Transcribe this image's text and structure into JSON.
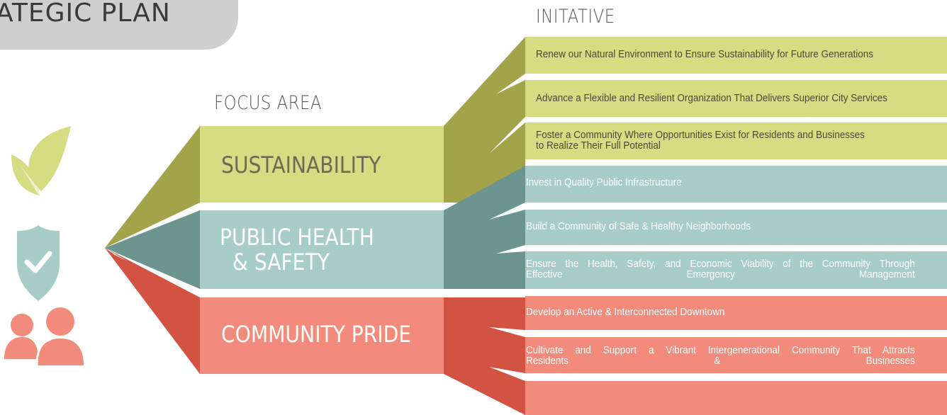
{
  "title": "ATEGIC PLAN",
  "headers": {
    "focus_area": "FOCUS AREA",
    "initiative": "INITATIVE"
  },
  "focus_areas": [
    {
      "label": "SUSTAINABILITY",
      "icon": "leaf-icon",
      "color": "#d6dc82",
      "dark_color": "#a3a34a"
    },
    {
      "label": "PUBLIC HEALTH\n  & SAFETY",
      "icon": "shield-check-icon",
      "color": "#a8cdc7",
      "dark_color": "#6d9590"
    },
    {
      "label": "COMMUNITY PRIDE",
      "icon": "people-icon",
      "color": "#f28b7b",
      "dark_color": "#d25342"
    }
  ],
  "initiatives": [
    {
      "text": "Renew our Natural Environment to Ensure Sustainability for Future Generations"
    },
    {
      "text": "Advance a Flexible and Resilient Organization That Delivers Superior City Services"
    },
    {
      "text": "Foster a Community Where Opportunities Exist for Residents and Businesses\nto Realize Their Full Potential"
    },
    {
      "text": "Invest in Quality Public Infrastructure"
    },
    {
      "text": "Build a Community of Safe & Healthy Neighborhoods"
    },
    {
      "text": "Ensure the Health, Safety, and Economic Viability of the Community Through\nEffective Emergency Management"
    },
    {
      "text": "Develop an Active & Interconnected Downtown"
    },
    {
      "text": "Cultivate and Support a Vibrant Intergenerational Community That Attracts\nResidents & Businesses"
    },
    {
      "text": ""
    }
  ]
}
